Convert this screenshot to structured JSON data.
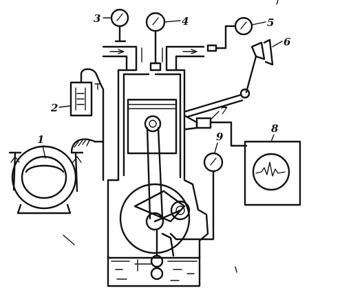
{
  "colors": {
    "ink": "#111111",
    "paper": "#ffffff"
  },
  "labels": {
    "l1": "1",
    "l2": "2",
    "l3": "3",
    "l4": "4",
    "l5": "5",
    "l6": "6",
    "l7": "7",
    "l8": "8",
    "l9": "9"
  }
}
